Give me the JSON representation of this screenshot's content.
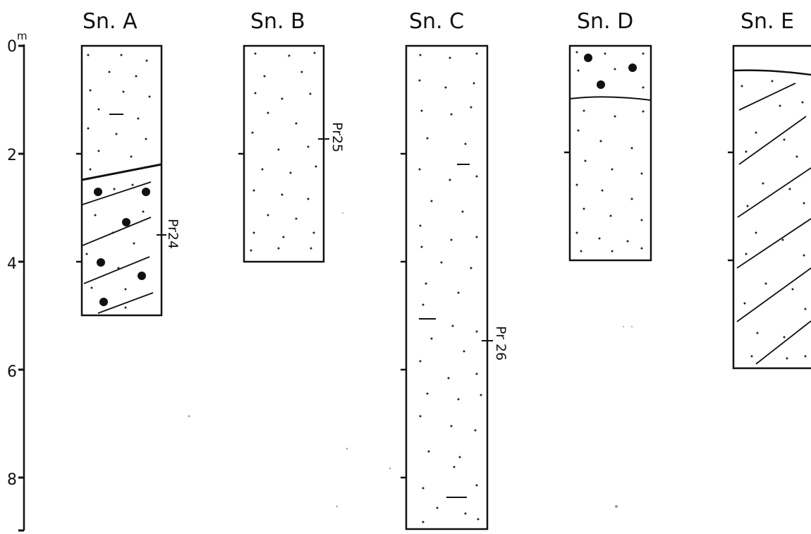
{
  "diagram": {
    "depth_axis": {
      "unit": "m",
      "tick_labels": [
        "0",
        "2",
        "4",
        "6",
        "8"
      ]
    },
    "sections": [
      {
        "id": "a",
        "label": "Sn. A",
        "sample_label": "Pr24",
        "layers": [
          "dotted sand",
          "cross-bedded sand with gravel"
        ]
      },
      {
        "id": "b",
        "label": "Sn. B",
        "sample_label": "Pr25",
        "layers": [
          "dotted sand"
        ]
      },
      {
        "id": "c",
        "label": "Sn. C",
        "sample_label": "Pr 26",
        "layers": [
          "dotted sand"
        ]
      },
      {
        "id": "d",
        "label": "Sn. D",
        "sample_label": "",
        "layers": [
          "gravelly top",
          "dotted sand"
        ]
      },
      {
        "id": "e",
        "label": "Sn. E",
        "sample_label": "",
        "layers": [
          "top layer",
          "cross-bedded sand"
        ]
      }
    ]
  }
}
